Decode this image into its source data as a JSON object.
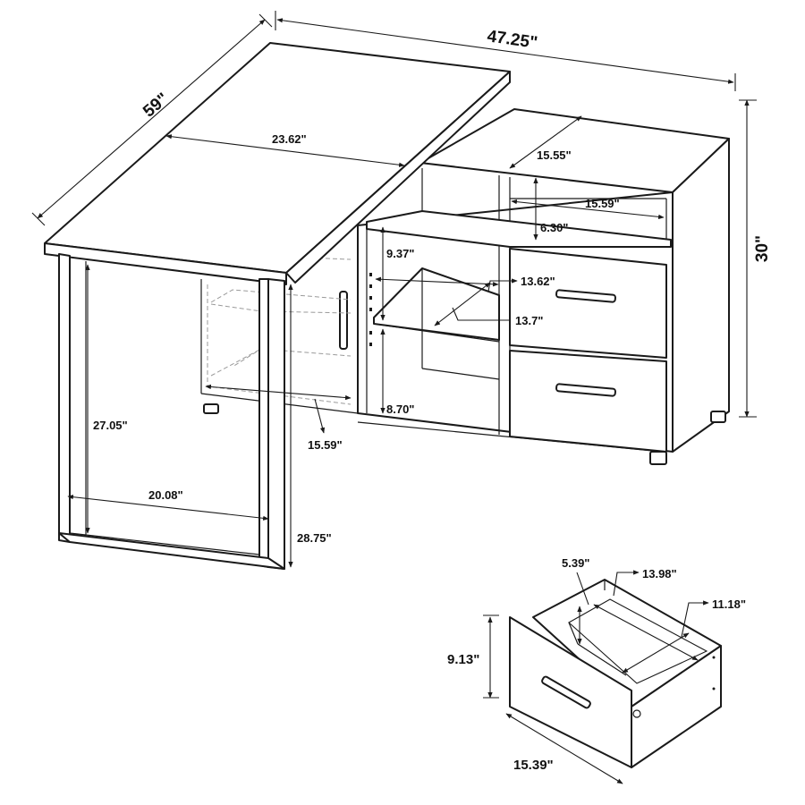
{
  "dimensions": {
    "desk_depth": "59\"",
    "overall_width": "47.25\"",
    "overall_height": "30\"",
    "top_inner_width": "23.62\"",
    "open_shelf_depth": "15.55\"",
    "top_shelf_width": "15.59\"",
    "top_shelf_height": "6.30\"",
    "shelf_height_upper": "9.37\"",
    "shelf_width": "13.62\"",
    "shelf_depth": "13.7\"",
    "shelf_height_lower": "8.70\"",
    "cabinet_width": "15.59\"",
    "leg_height": "27.05\"",
    "leg_span": "20.08\"",
    "knee_height": "28.75\"",
    "drawer_inner_height": "5.39\"",
    "drawer_inner_depth": "13.98\"",
    "drawer_inner_width": "11.18\"",
    "drawer_height": "9.13\"",
    "drawer_width": "15.39\""
  }
}
